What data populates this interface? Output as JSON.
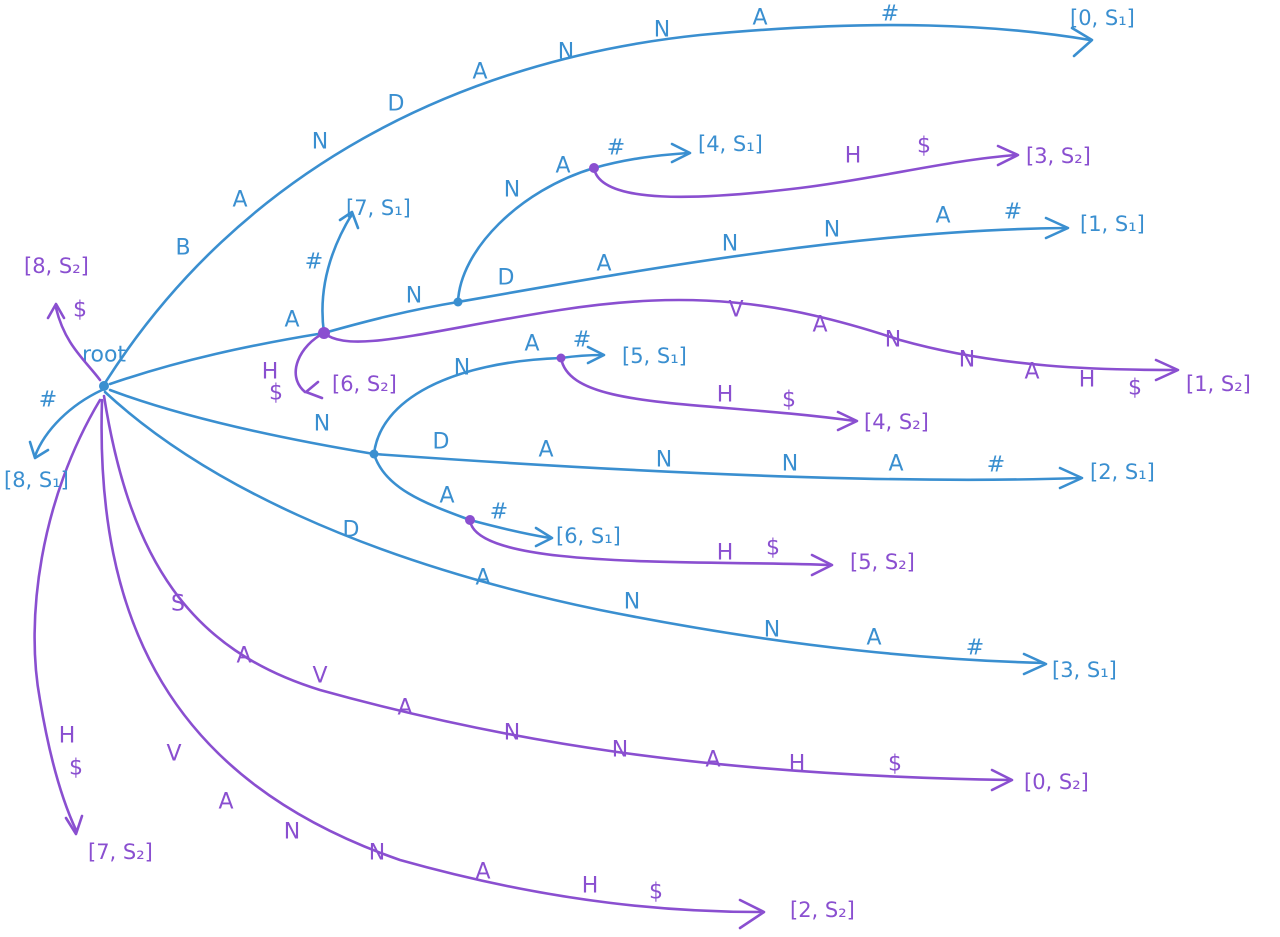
{
  "colors": {
    "s1": "#3a8fd0",
    "s2": "#8a4fd0",
    "background": "#ffffff"
  },
  "root_label": "root",
  "edges": [
    {
      "id": "e-bandana",
      "color": "s1",
      "label": [
        "B",
        "A",
        "N",
        "D",
        "A",
        "N",
        "N",
        "A",
        "#"
      ]
    },
    {
      "id": "e-root-a",
      "color": "s1",
      "label": [
        "A"
      ]
    },
    {
      "id": "e-a-hash",
      "color": "s1",
      "label": [
        "#"
      ]
    },
    {
      "id": "e-a-hs2",
      "color": "s2",
      "label": [
        "H",
        "$"
      ]
    },
    {
      "id": "e-a-n",
      "color": "s1",
      "label": [
        "N"
      ]
    },
    {
      "id": "e-an-na",
      "color": "s1",
      "label": [
        "N",
        "A"
      ]
    },
    {
      "id": "e-ana-hash",
      "color": "s1",
      "label": [
        "#"
      ]
    },
    {
      "id": "e-ana-h",
      "color": "s2",
      "label": [
        "H",
        "$"
      ]
    },
    {
      "id": "e-an-dannah",
      "color": "s1",
      "label": [
        "D",
        "A",
        "N",
        "N",
        "A",
        "#"
      ]
    },
    {
      "id": "e-a-vannah",
      "color": "s2",
      "label": [
        "V",
        "A",
        "N",
        "N",
        "A",
        "H",
        "$"
      ]
    },
    {
      "id": "e-root-n",
      "color": "s1",
      "label": [
        "N"
      ]
    },
    {
      "id": "e-n-na",
      "color": "s1",
      "label": [
        "N",
        "A"
      ]
    },
    {
      "id": "e-nna-hash",
      "color": "s1",
      "label": [
        "#"
      ]
    },
    {
      "id": "e-nna-h",
      "color": "s2",
      "label": [
        "H",
        "$"
      ]
    },
    {
      "id": "e-n-dannah",
      "color": "s1",
      "label": [
        "D",
        "A",
        "N",
        "N",
        "A",
        "#"
      ]
    },
    {
      "id": "e-n-a",
      "color": "s1",
      "label": [
        "A"
      ]
    },
    {
      "id": "e-na-hash",
      "color": "s1",
      "label": [
        "#"
      ]
    },
    {
      "id": "e-na-h",
      "color": "s2",
      "label": [
        "H",
        "$"
      ]
    },
    {
      "id": "e-root-d",
      "color": "s1",
      "label": [
        "D",
        "A",
        "N",
        "N",
        "A",
        "#"
      ]
    },
    {
      "id": "e-root-s",
      "color": "s2",
      "label": [
        "S",
        "A",
        "V",
        "A",
        "N",
        "N",
        "A",
        "H",
        "$"
      ]
    },
    {
      "id": "e-root-v",
      "color": "s2",
      "label": [
        "V",
        "A",
        "N",
        "N",
        "A",
        "H",
        "$"
      ]
    },
    {
      "id": "e-root-h",
      "color": "s2",
      "label": [
        "H",
        "$"
      ]
    },
    {
      "id": "e-root-dollar",
      "color": "s2",
      "label": [
        "$"
      ]
    },
    {
      "id": "e-root-hash",
      "color": "s1",
      "label": [
        "#"
      ]
    }
  ],
  "leaves": {
    "l01": "[0, S₁]",
    "l02": "[4, S₁]",
    "l03": "[3, S₂]",
    "l04": "[7, S₁]",
    "l05": "[1, S₁]",
    "l06": "[8, S₂]",
    "l07": "[6, S₂]",
    "l08": "[1, S₂]",
    "l09": "[5, S₁]",
    "l10": "[4, S₂]",
    "l11": "[8, S₁]",
    "l12": "[2, S₁]",
    "l13": "[6, S₁]",
    "l14": "[5, S₂]",
    "l15": "[3, S₁]",
    "l16": "[0, S₂]",
    "l17": "[7, S₂]",
    "l18": "[2, S₂]"
  }
}
